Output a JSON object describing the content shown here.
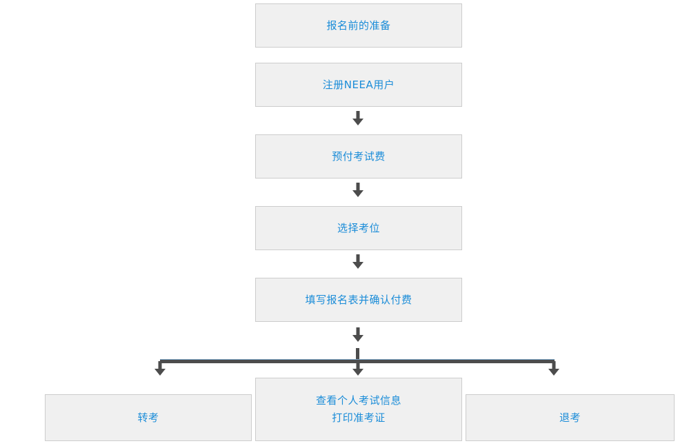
{
  "diagram": {
    "title": "NEEA exam registration process flowchart",
    "colors": {
      "node_fill": "#f0f0f0",
      "node_border": "#cccccc",
      "text": "#1a8cd8",
      "connector": "#4c4c4c",
      "line_highlight": "#7ba3c4",
      "background": "#ffffff"
    },
    "nodes": {
      "prepare": {
        "label": "报名前的准备"
      },
      "register": {
        "label": "注册NEEA用户"
      },
      "prepay": {
        "label": "预付考试费"
      },
      "seat": {
        "label": "选择考位"
      },
      "form": {
        "label": "填写报名表并确认付费"
      },
      "view": {
        "line1": "查看个人考试信息",
        "line2": "打印准考证"
      },
      "transfer": {
        "label": "转考"
      },
      "withdraw": {
        "label": "退考"
      }
    },
    "connectors": [
      {
        "name": "register-to-prepay",
        "icon": "arrow-down-icon"
      },
      {
        "name": "prepay-to-seat",
        "icon": "arrow-down-icon"
      },
      {
        "name": "seat-to-form",
        "icon": "arrow-down-icon"
      },
      {
        "name": "form-to-branch",
        "icon": "arrow-down-icon"
      },
      {
        "name": "branch-to-transfer",
        "icon": "arrow-down-icon"
      },
      {
        "name": "branch-to-view",
        "icon": "arrow-down-icon"
      },
      {
        "name": "branch-to-withdraw",
        "icon": "arrow-down-icon"
      }
    ]
  }
}
